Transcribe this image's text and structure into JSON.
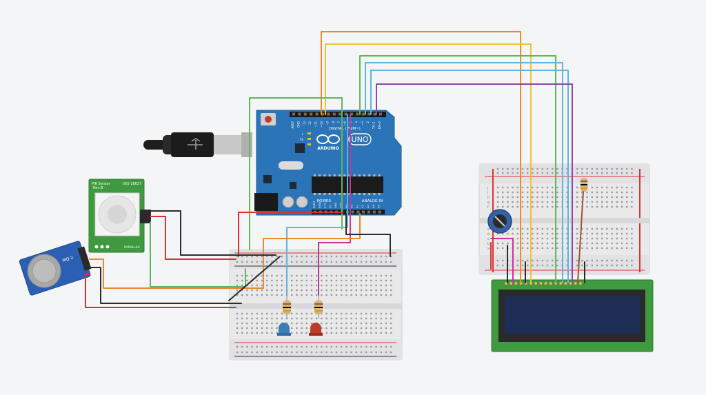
{
  "arduino": {
    "brand": "ARDUINO",
    "model": "UNO",
    "digital_label": "DIGITAL (PWM~)",
    "power_label": "POWER",
    "analog_label": "ANALOG IN",
    "top_pin_labels": [
      "AREF",
      "GND",
      "13",
      "12",
      "~11",
      "~10",
      "~9",
      "8",
      "7",
      "~6",
      "~5",
      "4",
      "~3",
      "2",
      "TX→1",
      "RX←0"
    ],
    "bottom_pin_labels": [
      "IOREF",
      "RESET",
      "3.3V",
      "5V",
      "GND",
      "GND",
      "Vin",
      "A0",
      "A1",
      "A2",
      "A3",
      "A4",
      "A5"
    ],
    "led_labels": [
      "L",
      "TX",
      "RX"
    ],
    "on_label": "ON"
  },
  "pir_sensor": {
    "title": "PIR Sensor",
    "rev": "Rev B",
    "part": "555-28027",
    "maker": "PARALLAX"
  },
  "gas_sensor": {
    "label": "MQ-2"
  },
  "breadboard": {
    "row_letters_top": [
      "j",
      "i",
      "h",
      "g",
      "f"
    ],
    "row_letters_bottom": [
      "e",
      "d",
      "c",
      "b",
      "a"
    ]
  },
  "colors": {
    "board": "#2b74b7",
    "wire_orange": "#e98a2c",
    "wire_yellow": "#f2c12e",
    "wire_green": "#5cb85c",
    "wire_blue": "#5fb4e0",
    "wire_purple": "#8e44ad",
    "wire_red": "#d9302c",
    "wire_black": "#2b2b2b",
    "wire_pink": "#cc3399",
    "lcd_pcb": "#3f9a3f",
    "lcd_screen": "#1e2d55",
    "pir_pcb": "#3f9a3f"
  }
}
